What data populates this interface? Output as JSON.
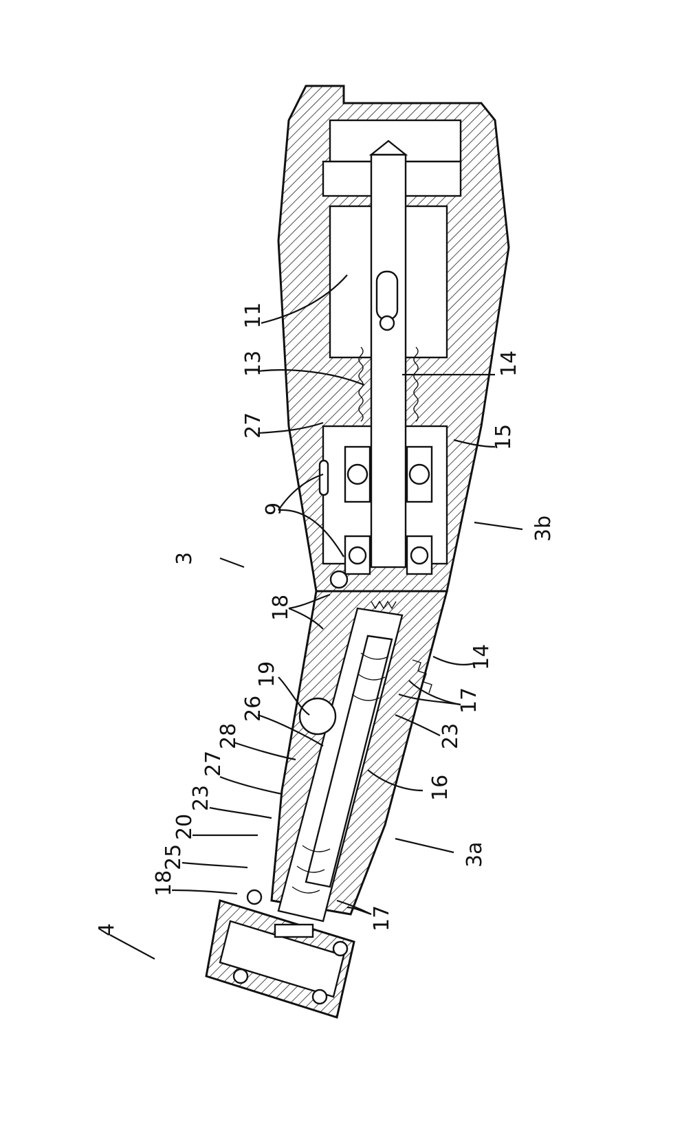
{
  "figure": {
    "labels": {
      "l11": "11",
      "l13": "13",
      "l14a": "14",
      "l27a": "27",
      "l15": "15",
      "l9": "9",
      "l3": "3",
      "l3b": "3b",
      "l18a": "18",
      "l14b": "14",
      "l19": "19",
      "l26": "26",
      "l28": "28",
      "l17a": "17",
      "l27b": "27",
      "l23a": "23",
      "l23b": "23",
      "l16": "16",
      "l20": "20",
      "l3a": "3a",
      "l25": "25",
      "l18b": "18",
      "l17b": "17",
      "l4": "4"
    }
  }
}
